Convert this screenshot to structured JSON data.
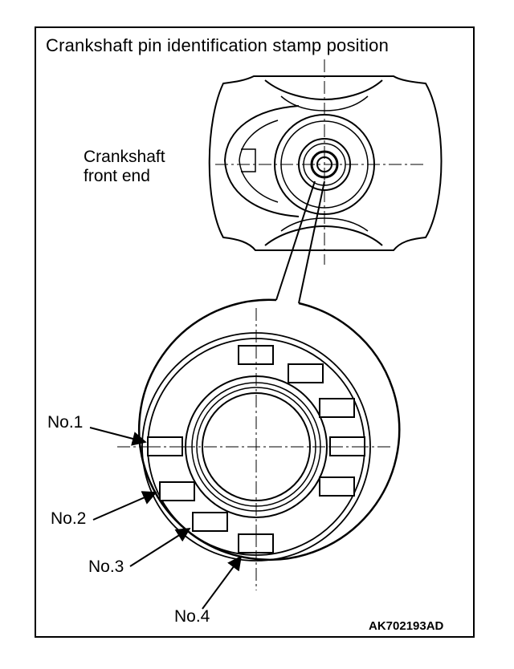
{
  "title": "Crankshaft pin identification stamp position",
  "front_label_line1": "Crankshaft",
  "front_label_line2": "front end",
  "callouts": [
    "No.1",
    "No.2",
    "No.3",
    "No.4"
  ],
  "figure_code": "AK702193AD"
}
